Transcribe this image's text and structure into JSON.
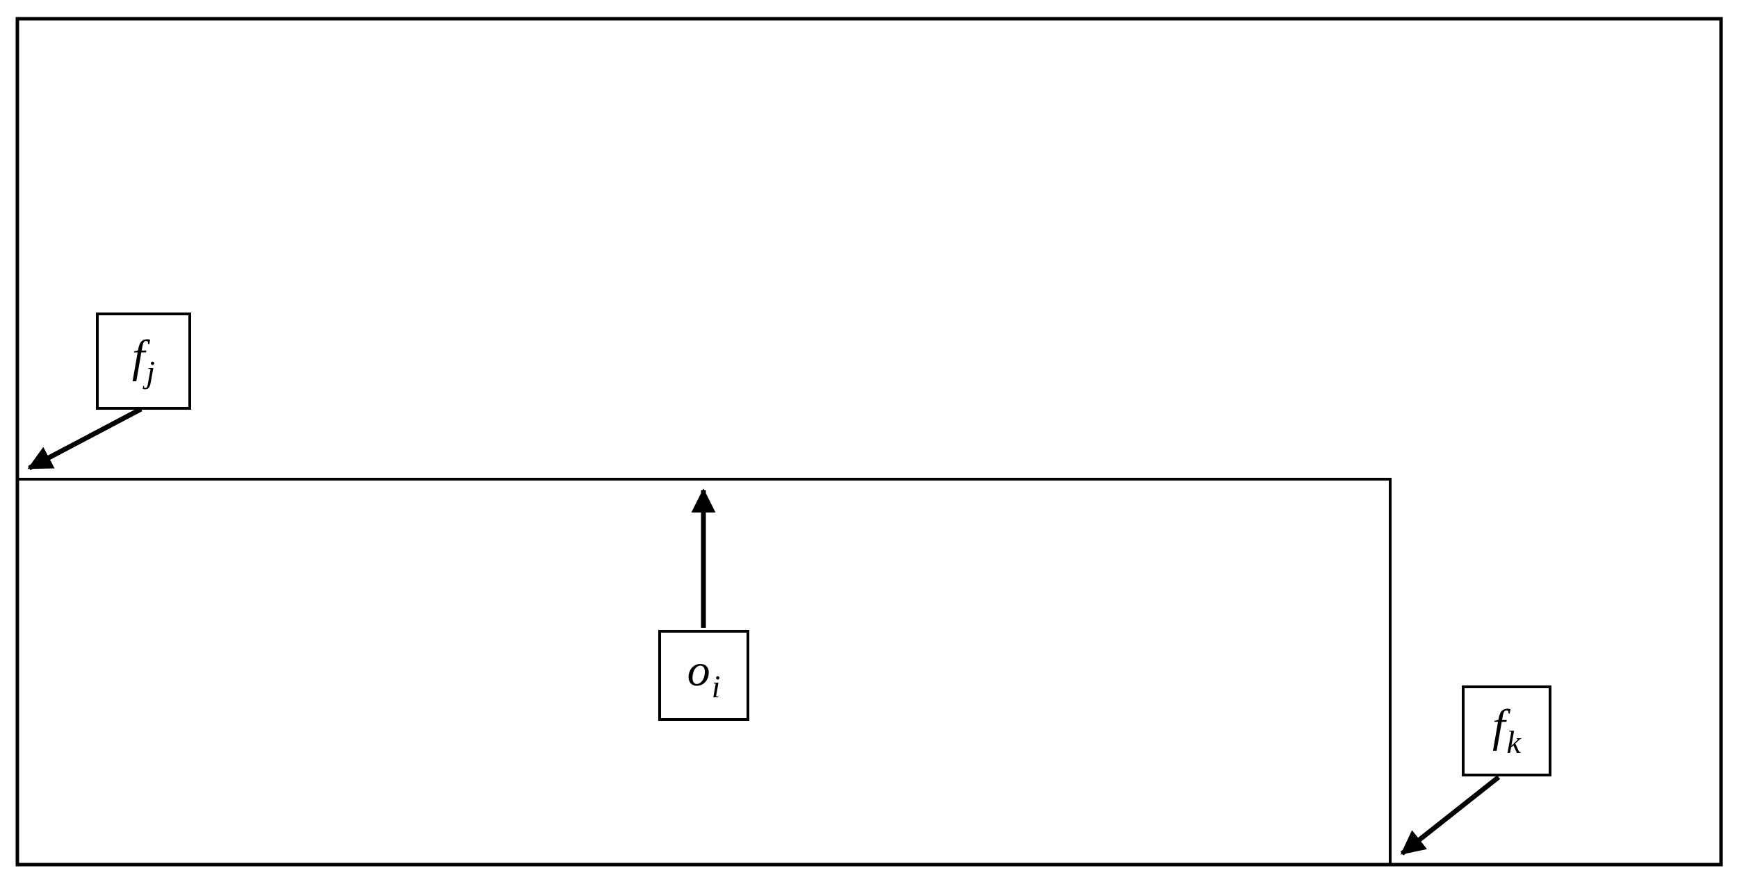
{
  "diagram": {
    "background_color": "#ffffff",
    "line_color": "#000000",
    "description": "Geometric diagram of an outer rectangle containing an inner rectangular region sharing the left and bottom borders; three boxed math labels with arrows",
    "labels": {
      "fj": {
        "main": "f",
        "sub": "j"
      },
      "oi": {
        "main": "o",
        "sub": "i"
      },
      "fk": {
        "main": "f",
        "sub": "k"
      }
    },
    "arrows": [
      {
        "from_label": "fj",
        "points_to": "top-left corner of inner region boundary"
      },
      {
        "from_label": "oi",
        "points_to": "top edge of inner region boundary"
      },
      {
        "from_label": "fk",
        "points_to": "bottom-right corner of inner region boundary"
      }
    ]
  }
}
